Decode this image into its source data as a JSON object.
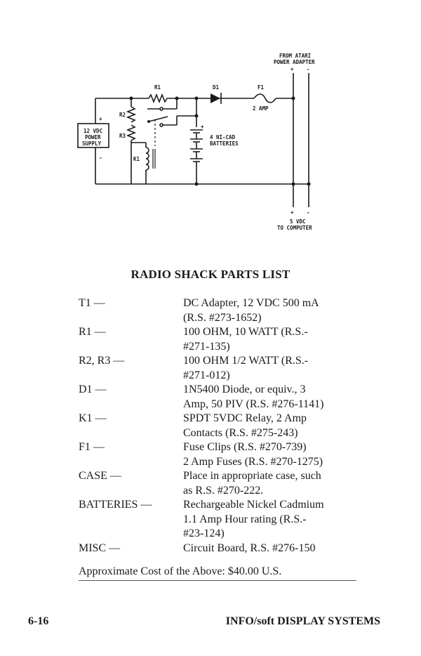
{
  "schematic": {
    "from_label_1": "FROM ATARI",
    "from_label_2": "POWER ADAPTER",
    "plus": "+",
    "minus": "-",
    "r1": "R1",
    "d1": "D1",
    "f1": "F1",
    "f1_value": "2 AMP",
    "r2": "R2",
    "r3": "R3",
    "k1": "K1",
    "supply_1": "12 VDC",
    "supply_2": "POWER",
    "supply_3": "SUPPLY",
    "batt_1": "4 NI-CAD",
    "batt_2": "BATTERIES",
    "out_1": "5 VDC",
    "out_2": "TO COMPUTER"
  },
  "title": "RADIO SHACK PARTS LIST",
  "parts": [
    {
      "code": "T1 —",
      "lines": [
        "DC Adapter, 12 VDC 500 mA",
        "(R.S. #273-1652)"
      ]
    },
    {
      "code": "R1 —",
      "lines": [
        "100 OHM, 10 WATT (R.S.-",
        "#271-135)"
      ]
    },
    {
      "code": "R2, R3 —",
      "lines": [
        "100 OHM 1/2 WATT (R.S.-",
        "#271-012)"
      ]
    },
    {
      "code": "D1 —",
      "lines": [
        "1N5400 Diode, or equiv., 3",
        "Amp, 50 PIV (R.S. #276-1141)"
      ]
    },
    {
      "code": "K1 —",
      "lines": [
        "SPDT 5VDC Relay, 2 Amp",
        "Contacts (R.S. #275-243)"
      ]
    },
    {
      "code": "F1 —",
      "lines": [
        "Fuse Clips (R.S. #270-739)",
        "2 Amp Fuses (R.S. #270-1275)"
      ]
    },
    {
      "code": "CASE —",
      "lines": [
        "Place in appropriate case, such",
        "as R.S. #270-222."
      ]
    },
    {
      "code": "BATTERIES —",
      "lines": [
        "Rechargeable Nickel Cadmium",
        "1.1 Amp Hour rating (R.S.-",
        "#23-124)"
      ]
    },
    {
      "code": "MISC —",
      "lines": [
        "Circuit Board, R.S. #276-150"
      ]
    }
  ],
  "cost": "Approximate Cost of the Above: $40.00 U.S.",
  "footer": {
    "page": "6-16",
    "brand": "INFO/soft DISPLAY SYSTEMS"
  }
}
